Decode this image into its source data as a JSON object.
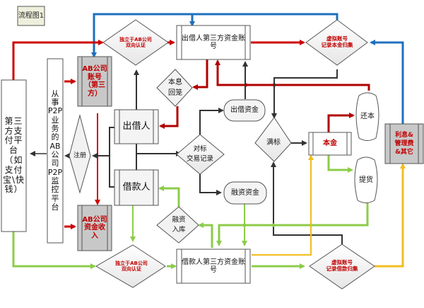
{
  "title_tag": "流程图1",
  "colors": {
    "red": "#cc0000",
    "dark_red": "#c00000",
    "blue": "#1f6fbf",
    "green": "#8ccc4a",
    "yellow": "#f2bd20",
    "dark": "#333333",
    "gray_box": "#c8c8c8",
    "diamond_fill": "#f2f2f2"
  },
  "nodes": {
    "third_party_platform": "第三\n方支\n付平\n台\n（如\n支付\n宝\\快\n钱）",
    "ab_company": "从\n事\nP2P\n业\n务\n的\nAB\n公\n司\nP2P\n监\n控\n平\n台",
    "ab_account": "AB公司\n账号\n（第三\n方）",
    "ab_income": "AB公司\n资金收\n入",
    "register": "注册",
    "lender": "出借人",
    "borrower": "借款人",
    "verify_top": "独立于AB公司\n双向认证",
    "verify_bottom": "独立于AB公司\n双向认证",
    "lender_account": "出借人第三方资金账号",
    "borrower_account": "借款人第三方资金账号",
    "virtual_top": "虚拟账号\n记录本金归集",
    "virtual_bottom": "虚拟账号\n记录借款归集",
    "interest_return": "本息\n回笼",
    "lend_funds": "出借资金",
    "match_record": "对标\n交易记录",
    "financing_funds": "融资资金",
    "financing_in": "融资\n入库",
    "full_bid": "满标",
    "principal": "本金",
    "repay": "还本",
    "withdraw": "提货",
    "interest_fees": "利息&\n管理费\n&其它"
  }
}
